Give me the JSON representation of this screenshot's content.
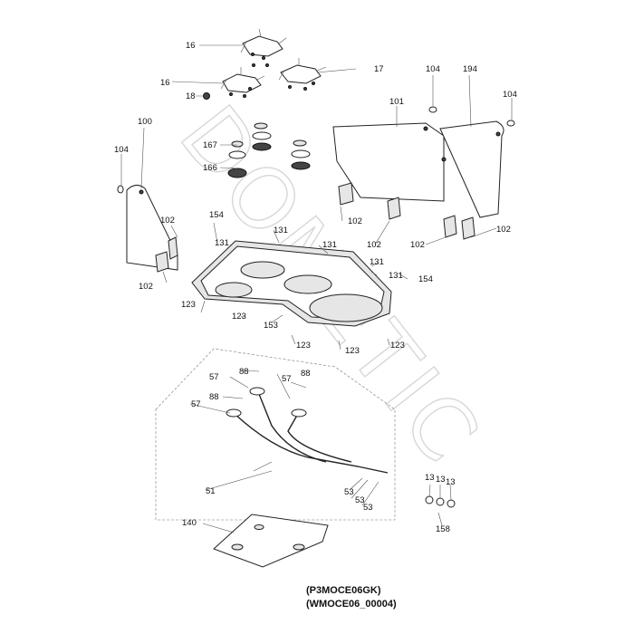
{
  "watermark": "DOMETIC",
  "model_codes": [
    "(P3MOCE06GK)",
    "(WMOCE06_00004)"
  ],
  "callouts": {
    "c16a": "16",
    "c16b": "16",
    "c17": "17",
    "c18": "18",
    "c104a": "104",
    "c194": "194",
    "c104b": "104",
    "c100": "100",
    "c101": "101",
    "c104c": "104",
    "c167": "167",
    "c166": "166",
    "c154a": "154",
    "c131a": "131",
    "c131b": "131",
    "c131c": "131",
    "c131d": "131",
    "c131e": "131",
    "c154b": "154",
    "c102a": "102",
    "c102b": "102",
    "c102c": "102",
    "c102d": "102",
    "c102e": "102",
    "c102f": "102",
    "c123a": "123",
    "c123b": "123",
    "c153": "153",
    "c123c": "123",
    "c123d": "123",
    "c123e": "123",
    "c88a": "88",
    "c88b": "88",
    "c88c": "88",
    "c57a": "57",
    "c57b": "57",
    "c57c": "57",
    "c51": "51",
    "c53a": "53",
    "c53b": "53",
    "c53c": "53",
    "c13a": "13",
    "c13b": "13",
    "c13c": "13",
    "c158": "158",
    "c140": "140"
  }
}
